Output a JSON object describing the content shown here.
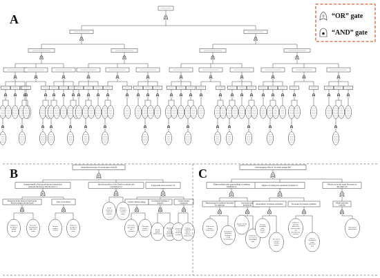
{
  "panel_labels": {
    "a": "A",
    "b": "B",
    "c": "C"
  },
  "legend": {
    "or_gate": "“OR” gate",
    "and_gate": "“AND” gate",
    "border_color": "#e05a2b"
  },
  "panel_b": {
    "top": "Abnormal increase of astronomical tide B",
    "intermediate": [
      "Enhancement of the gravitational interaction between the moon and the sun C1",
      "Special position of the Earth's rotation and revolution C2",
      "Long-term sea level rise C3"
    ],
    "sub_events": [
      "Reduction in the distance between the Moon's perigee and the Earth",
      "Solar cycle effects",
      "Global climate change",
      "Accelerated melting of glaciers",
      "Ocean thermal expansion"
    ],
    "basic_events": [
      "Changes in the Moon's orbital period",
      "Increased gravitational pull of the Earth",
      "Sunspot number variation",
      "Enhanced strength of the solar wind",
      "Earth's rotation in a specific position",
      "Influence of rotation axis tilt angle",
      "Increased greenhouse gas emissions",
      "Changing climate patterns",
      "Rising global temperatures",
      "Disruption of the dynamic equilibrium of glaciers",
      "Absorption of solar energy by seawater",
      "Volume expansion due to rising sea temperatures"
    ]
  },
  "panel_c": {
    "top": "Overlapping effects of storm surges B2",
    "intermediate": [
      "Typhoon/hurricane approaching or making landfall C4",
      "Impact of strong low-pressure systems C5",
      "Winds are in the same direction as the tides C6"
    ],
    "sub_events": [
      "Meteorological conditions favorable for typhoons",
      "Inaccurate path predictions",
      "Atmospheric circulation anomalies",
      "Increased air pressure gradients",
      "Winds and tides coincide"
    ],
    "basic_events": [
      "High ocean surface temperatures",
      "Atmospheric circulation facilitates energy accumulation",
      "Weather model limitations",
      "Insufficient or erroneous observation data",
      "Internal variability of the climate system",
      "The role of external forcing factors",
      "Enhanced intensity differences between high- and low-pressure systems",
      "Uneven distribution of the barometric field",
      "Wind speed enhancement"
    ]
  }
}
